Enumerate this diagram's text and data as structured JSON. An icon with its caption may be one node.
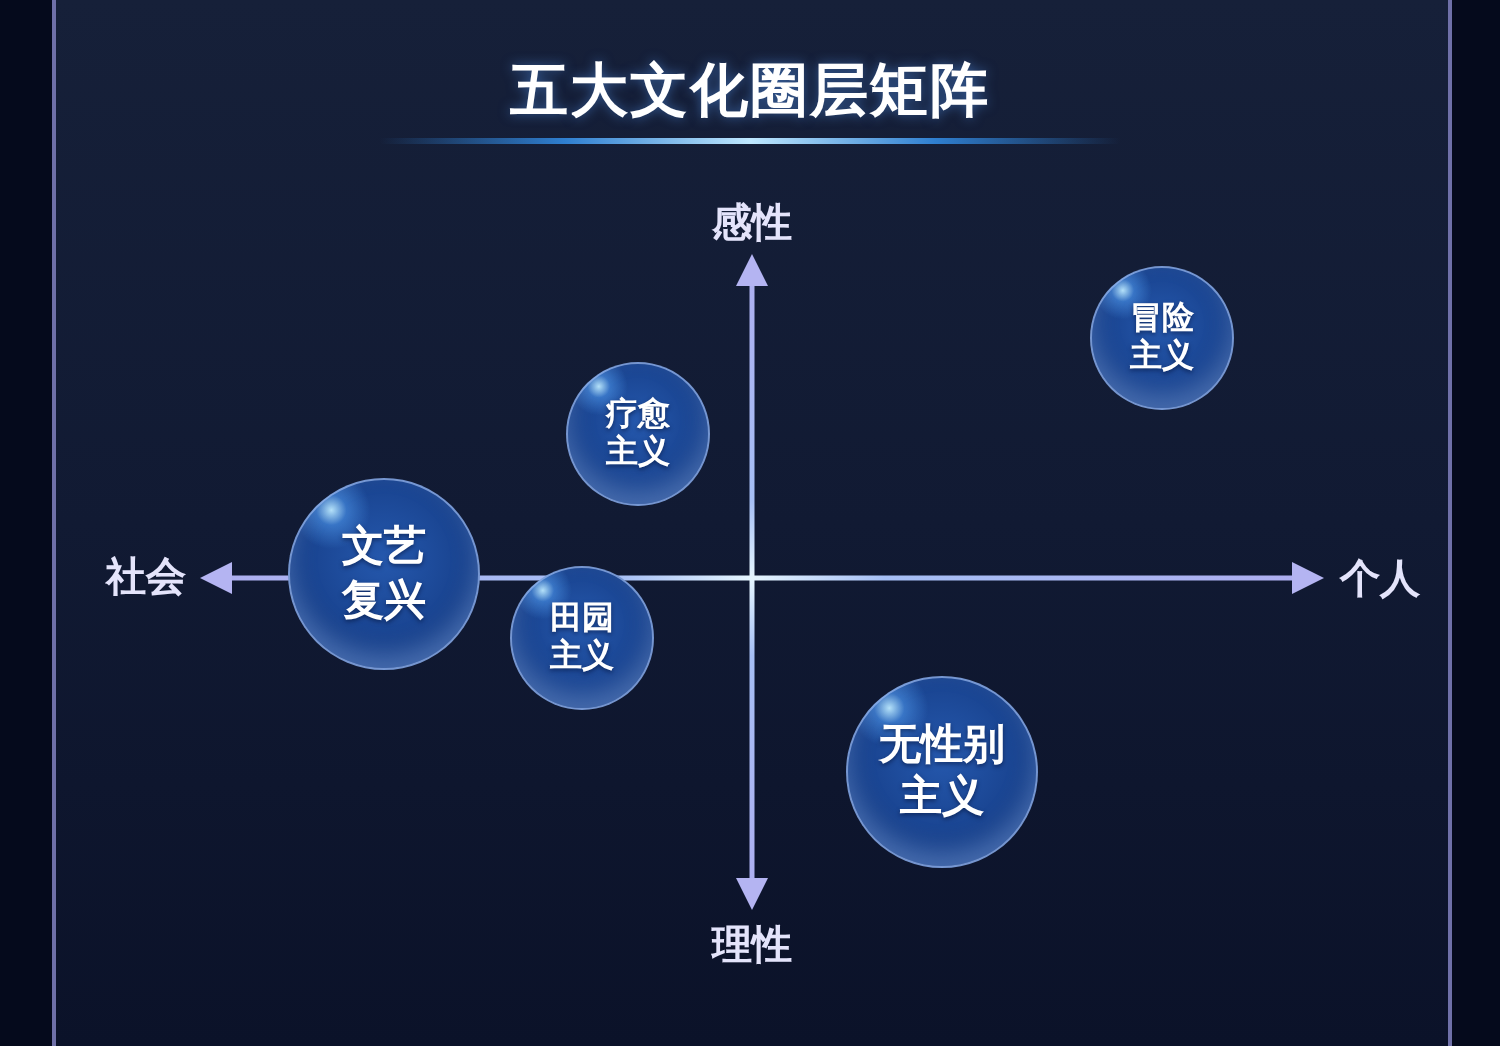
{
  "diagram": {
    "title": "五大文化圈层矩阵",
    "nodes": [
      {
        "text": [
          "冒险主义"
        ]
      },
      {
        "text": [
          "疗愈主义"
        ]
      },
      {
        "text": [
          "文艺复兴"
        ]
      },
      {
        "text": [
          "田园主义"
        ]
      },
      {
        "text": [
          "无性别主义"
        ]
      }
    ],
    "labels": [
      "感性",
      "社会",
      "个人",
      "理性"
    ]
  }
}
